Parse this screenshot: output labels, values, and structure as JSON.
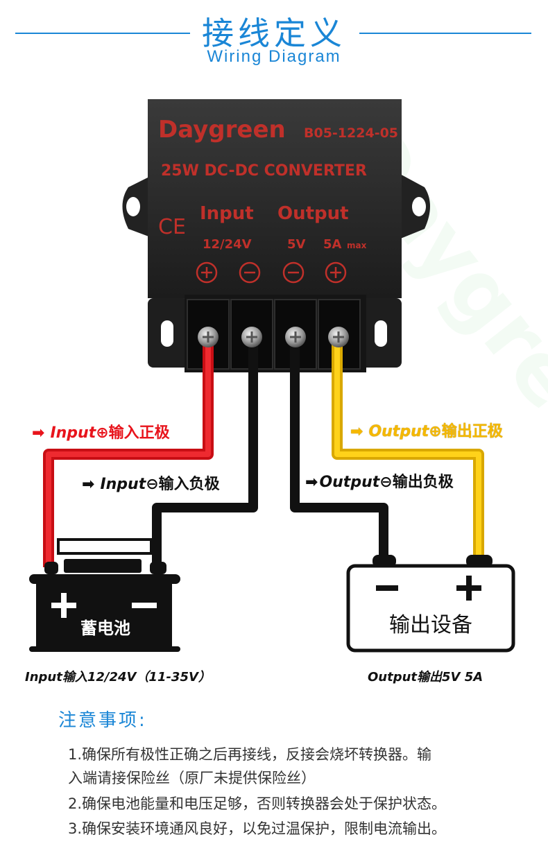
{
  "header": {
    "title_cn": "接线定义",
    "title_en": "Wiring Diagram"
  },
  "converter": {
    "brand": "Daygreen",
    "model": "B05-1224-05",
    "subtitle": "25W DC-DC CONVERTER",
    "cert_mark": "CE",
    "input_label": "Input",
    "output_label": "Output",
    "input_voltage": "12/24V",
    "output_voltage": "5V",
    "output_current": "5A",
    "max_label": "max",
    "terminal_icons": [
      "plus-icon",
      "minus-icon",
      "minus-icon",
      "plus-icon"
    ]
  },
  "wires": {
    "input_positive": {
      "en": "Input",
      "cn": "输入正极",
      "color": "#e8141c",
      "icon": "plus-circle-icon"
    },
    "input_negative": {
      "en": "Input",
      "cn": "输入负极",
      "color": "#111111",
      "icon": "minus-circle-icon"
    },
    "output_negative": {
      "en": "Output",
      "cn": "输出负极",
      "color": "#111111",
      "icon": "minus-circle-icon"
    },
    "output_positive": {
      "en": "Output",
      "cn": "输出正极",
      "color": "#f5c000",
      "icon": "plus-circle-icon"
    }
  },
  "battery": {
    "label": "蓄电池",
    "caption": "Input输入12/24V（11-35V）"
  },
  "device": {
    "label": "输出设备",
    "caption": "Output输出5V 5A"
  },
  "notes": {
    "title": "注意事项:",
    "items": [
      "1.确保所有极性正确之后再接线，反接会烧坏转换器。输",
      "入端请接保险丝（原厂未提供保险丝）",
      "2.确保电池能量和电压足够，否则转换器会处于保护状态。",
      "3.确保安装环境通风良好，以免过温保护，限制电流输出。"
    ]
  },
  "colors": {
    "accent": "#1a86d6",
    "red_wire": "#e8141c",
    "black_wire": "#111111",
    "yellow_wire": "#f5c000",
    "print": "#c0302a"
  }
}
